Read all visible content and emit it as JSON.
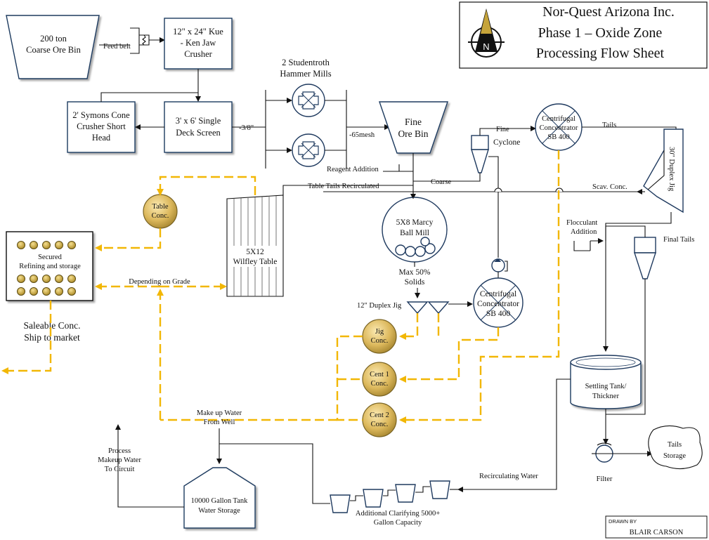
{
  "title": {
    "line1": "Nor-Quest Arizona Inc.",
    "line2": "Phase 1 – Oxide Zone",
    "line3": "Processing Flow Sheet"
  },
  "compass": {
    "letter": "N"
  },
  "nodes": {
    "coarse_bin": [
      "200 ton",
      "Coarse Ore Bin"
    ],
    "jaw_crusher": [
      "12\" x 24\"   Kue",
      "- Ken Jaw",
      "Crusher"
    ],
    "cone_crusher": [
      "2' Symons Cone",
      "Crusher Short",
      "Head"
    ],
    "deck_screen": [
      "3' x 6'  Single",
      "Deck Screen"
    ],
    "hammer_mills": [
      "2 Studentroth",
      "Hammer Mills"
    ],
    "fine_bin": [
      "Fine",
      "Ore Bin"
    ],
    "ball_mill": [
      "5X8 Marcy",
      "Ball Mill"
    ],
    "wilfley": [
      "5X12",
      "Wilfley Table"
    ],
    "table_conc": [
      "Table",
      "Conc."
    ],
    "refining": [
      "Secured",
      "Refining and storage"
    ],
    "saleable": [
      "Saleable Conc.",
      "Ship to market"
    ],
    "centrifugal_top": [
      "Centrifugal",
      "Concentrator",
      "SB 400"
    ],
    "centrifugal_mid": [
      "Centrifugal",
      "Concentrator",
      "SB 400"
    ],
    "duplex_jig_30": "30\" Duplex Jig",
    "duplex_jig_12": "12\" Duplex Jig",
    "jig_conc": [
      "Jig",
      "Conc."
    ],
    "cent1_conc": [
      "Cent 1",
      "Conc."
    ],
    "cent2_conc": [
      "Cent 2",
      "Conc."
    ],
    "settling_tank": [
      "Settling Tank/",
      "Thickner"
    ],
    "tank": [
      "10000 Gallon Tank",
      "Water Storage"
    ],
    "tails_storage": [
      "Tails",
      "Storage"
    ],
    "clarifying": [
      "Additional Clarifying 5000+",
      "Gallon Capacity"
    ]
  },
  "labels": {
    "feed_belt": "Feed belt",
    "size_3_8": "-3/8\"",
    "size_65mesh": "-65mesh",
    "reagent": "Reagent Addition",
    "coarse": "Coarse",
    "fine": "Fine",
    "cyclone": "Cyclone",
    "tails": "Tails",
    "scav_conc": "Scav. Conc.",
    "table_tails": "Table Tails Recirculated",
    "max_solids": [
      "Max 50%",
      "Solids"
    ],
    "depending_grade": "Depending on Grade",
    "flocculant": [
      "Flocculant",
      "Addition"
    ],
    "final_tails": "Final Tails",
    "makeup_water": [
      "Make up Water",
      "From Well"
    ],
    "process_water": [
      "Process",
      "Makeup Water",
      "To Circuit"
    ],
    "recirculating_water": "Recirculating Water",
    "filter": "Filter"
  },
  "footer": {
    "drawn_by_label": "DRAWN BY",
    "drawn_by_name": "BLAIR CARSON"
  },
  "colors": {
    "concentrate_flow": "#f2b705",
    "box_border": "#1f3a5f",
    "gold_node": "#d9b65a"
  }
}
